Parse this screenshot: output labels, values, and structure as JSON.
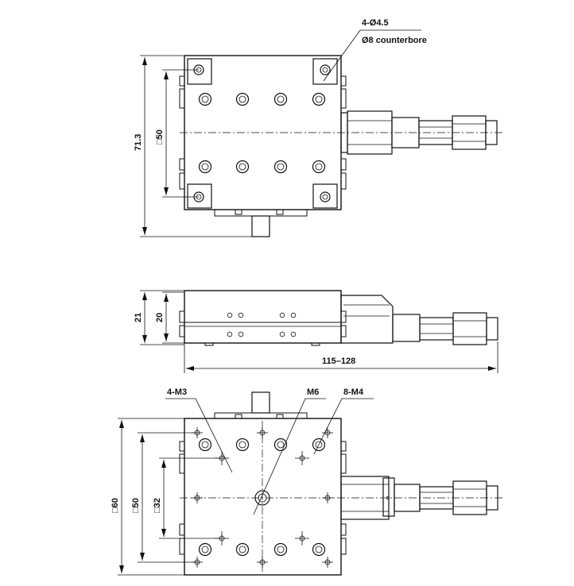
{
  "top_view": {
    "label_holes": "4-Ø4.5",
    "label_counterbore": "Ø8 counterbore",
    "dim_height": "71.3",
    "dim_square": "□50"
  },
  "side_view": {
    "dim_21": "21",
    "dim_20": "20",
    "dim_length": "115–128"
  },
  "bottom_view": {
    "label_m3": "4-M3",
    "label_m6": "M6",
    "label_m4": "8-M4",
    "dim_60": "□60",
    "dim_50": "□50",
    "dim_32": "□32"
  }
}
